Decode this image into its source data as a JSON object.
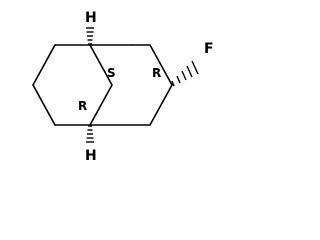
{
  "molecule": {
    "atoms": {
      "fluorine": "F",
      "hydrogen_top": "H",
      "hydrogen_bottom": "H"
    },
    "stereo_descriptors": {
      "c4a": "S",
      "c2": "R",
      "c8a": "R"
    },
    "colors": {
      "bond": "#000000",
      "label": "#000000",
      "background": "#ffffff"
    }
  }
}
